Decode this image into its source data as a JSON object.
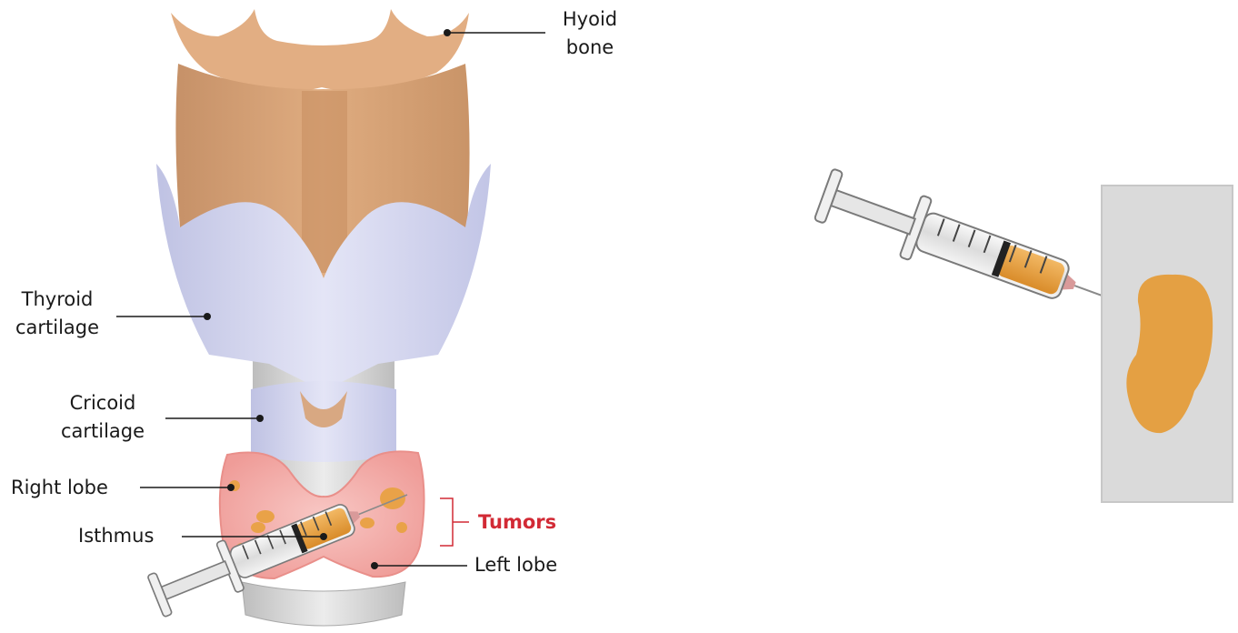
{
  "labels": {
    "hyoid_bone": [
      "Hyoid",
      "bone"
    ],
    "thyroid_cartilage": [
      "Thyroid",
      "cartilage"
    ],
    "cricoid_cartilage": [
      "Cricoid",
      "cartilage"
    ],
    "right_lobe": "Right lobe",
    "isthmus": "Isthmus",
    "left_lobe": "Left lobe",
    "tumors": "Tumors"
  },
  "colors": {
    "hyoid": "#d7a37a",
    "hyoid_light": "#e9bd90",
    "cartilage": "#cfd1ec",
    "thyroid_gland": "#f3a9a6",
    "tumor": "#e59c3b",
    "tumor_label": "#d22a35",
    "specimen_bg": "#d9d9d9",
    "trachea_ring": "#d4d4d4"
  },
  "icons": [
    "larynx-illustration",
    "thyroid-gland",
    "syringe-icon",
    "syringe-icon",
    "tissue-sample"
  ]
}
